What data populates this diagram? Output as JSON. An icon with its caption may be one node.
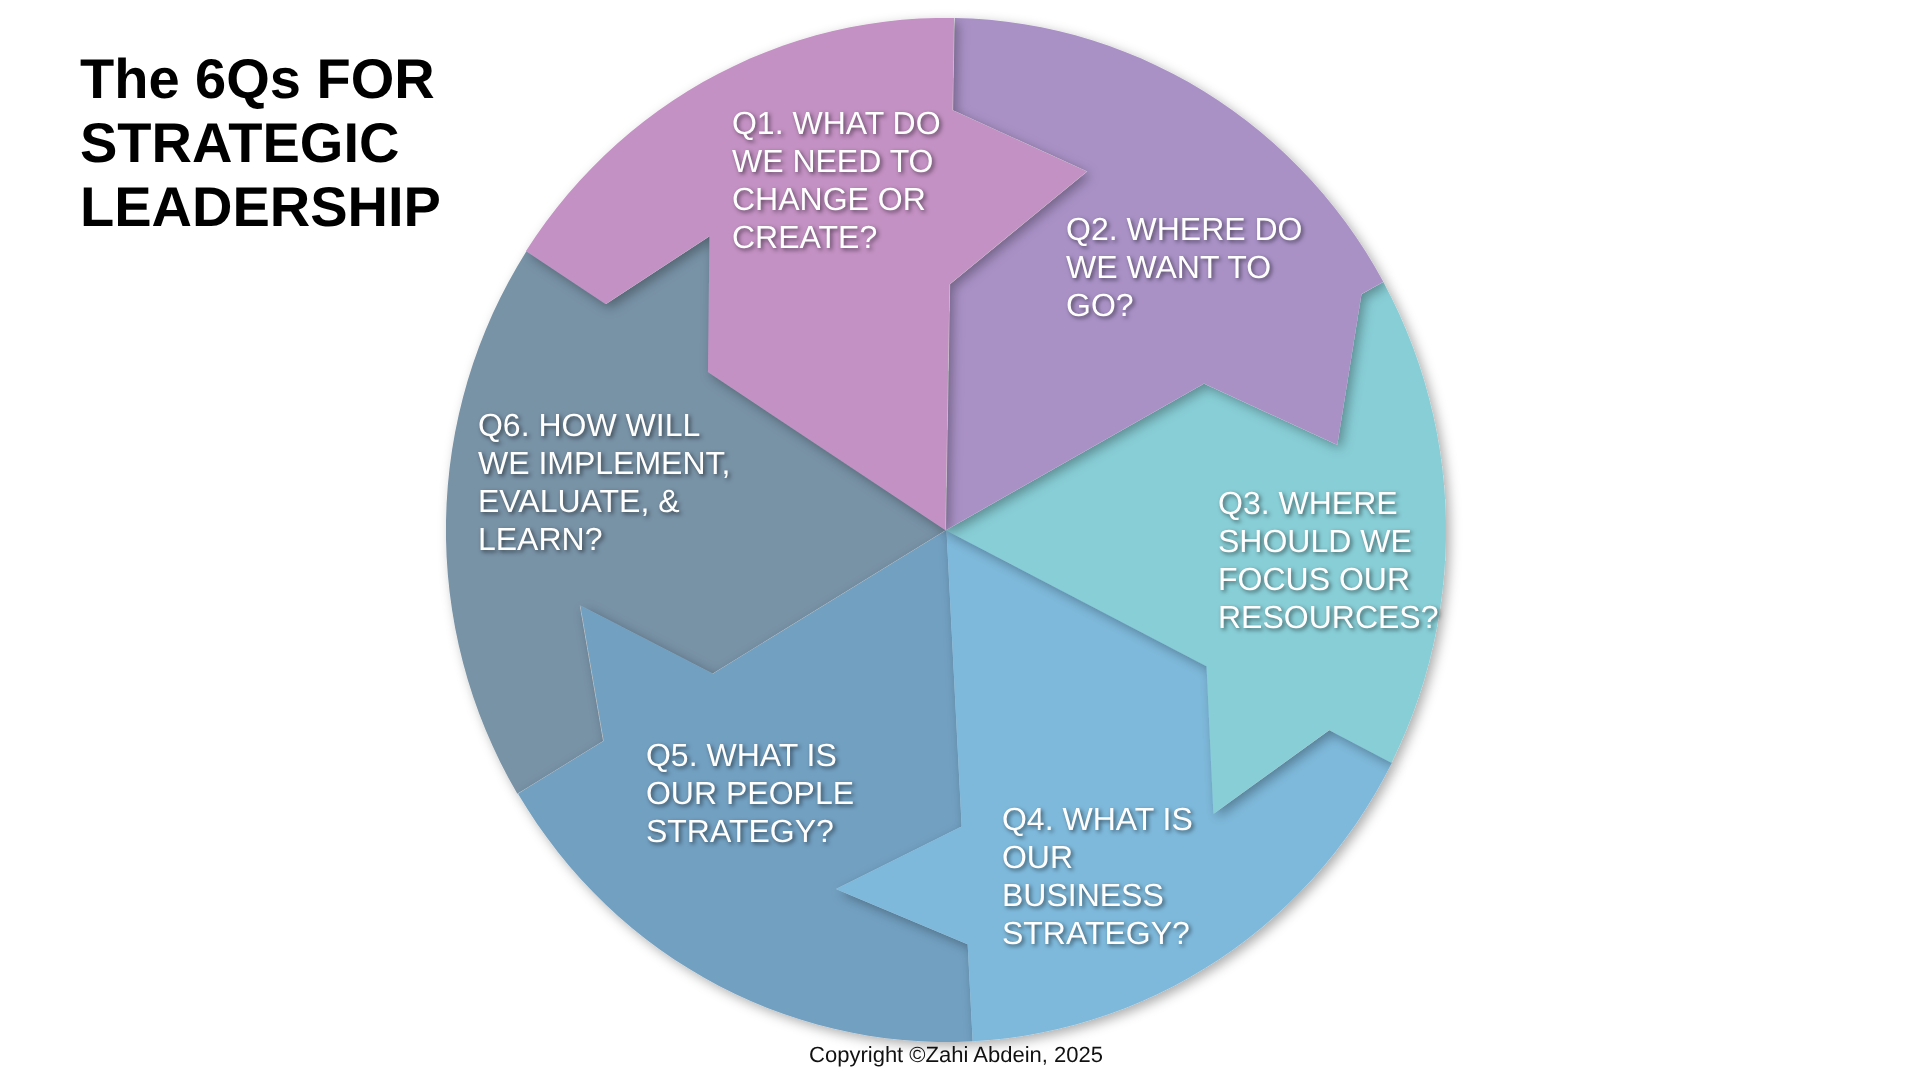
{
  "diagram": {
    "title": "The 6Qs FOR STRATEGIC LEADERSHIP",
    "nodes": [
      {
        "text": [
          "Q1. WHAT DO WE NEED TO CHANGE OR CREATE?"
        ]
      },
      {
        "text": [
          "Q2. WHERE DO WE WANT TO GO?"
        ]
      },
      {
        "text": [
          "Q3. WHERE SHOULD WE FOCUS OUR RESOURCES?"
        ]
      },
      {
        "text": [
          "Q4. WHAT IS OUR BUSINESS STRATEGY?"
        ]
      },
      {
        "text": [
          "Q5. WHAT IS OUR PEOPLE STRATEGY?"
        ]
      },
      {
        "text": [
          "Q6. HOW WILL WE IMPLEMENT, EVALUATE, & LEARN?"
        ]
      }
    ],
    "labels": [
      "Copyright ©Zahi Abdein, 2025"
    ]
  }
}
